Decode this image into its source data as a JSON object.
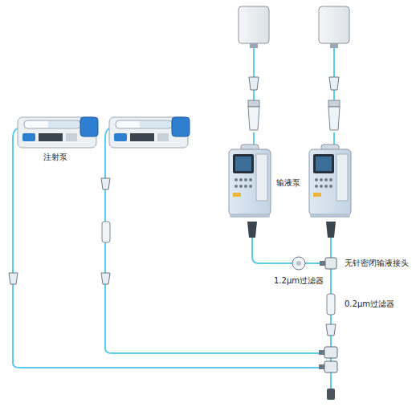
{
  "diagram": {
    "labels": [
      "注射泵",
      "输液泵",
      "无针密闭输液接头",
      "1.2μm过滤器",
      "0.2μm过滤器"
    ]
  }
}
